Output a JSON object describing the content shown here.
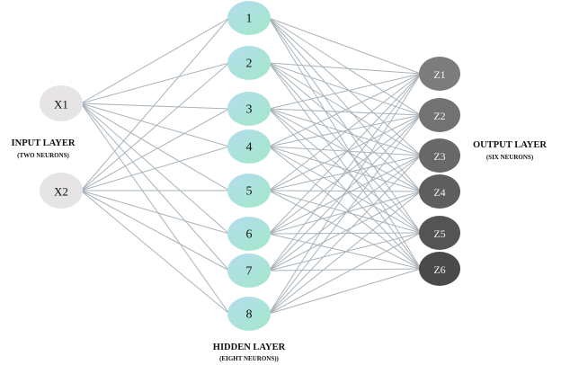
{
  "layers": {
    "input": {
      "title": "INPUT LAYER",
      "subtitle": "(TWO NEURONS)",
      "nodes": [
        "X1",
        "X2"
      ]
    },
    "hidden": {
      "title": "HIDDEN LAYER",
      "subtitle": "(EIGHT NEURONS))",
      "nodes": [
        "1",
        "2",
        "3",
        "4",
        "5",
        "6",
        "7",
        "8"
      ]
    },
    "output": {
      "title": "OUTPUT LAYER",
      "subtitle": "(SIX NEURONS)",
      "nodes": [
        "Z1",
        "Z2",
        "Z3",
        "Z4",
        "Z5",
        "Z6"
      ]
    }
  },
  "colors": {
    "connection": "#a9b3ba",
    "input_node": "#e6e4e4",
    "hidden_node_top": "#b4dcef",
    "hidden_node_bottom": "#a3e8c8",
    "output_node_light": "#7c7c7c",
    "output_node_dark": "#4a4a4a"
  }
}
